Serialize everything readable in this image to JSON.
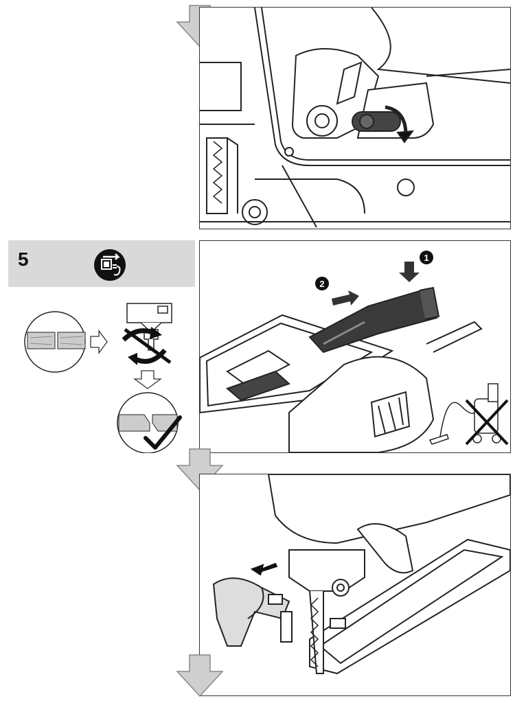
{
  "step": {
    "number": "5"
  },
  "icons": {
    "down_arrow": "down-arrow-icon",
    "unplug": "unplug-power-icon",
    "check": "checkmark-icon",
    "no_vacuum": "crossed-vacuum-icon"
  },
  "callouts": {
    "first": "1",
    "second": "2"
  },
  "colors": {
    "arrow_fill": "#cfcfcf",
    "header_bg": "#d9d9d9",
    "line": "#222222"
  }
}
